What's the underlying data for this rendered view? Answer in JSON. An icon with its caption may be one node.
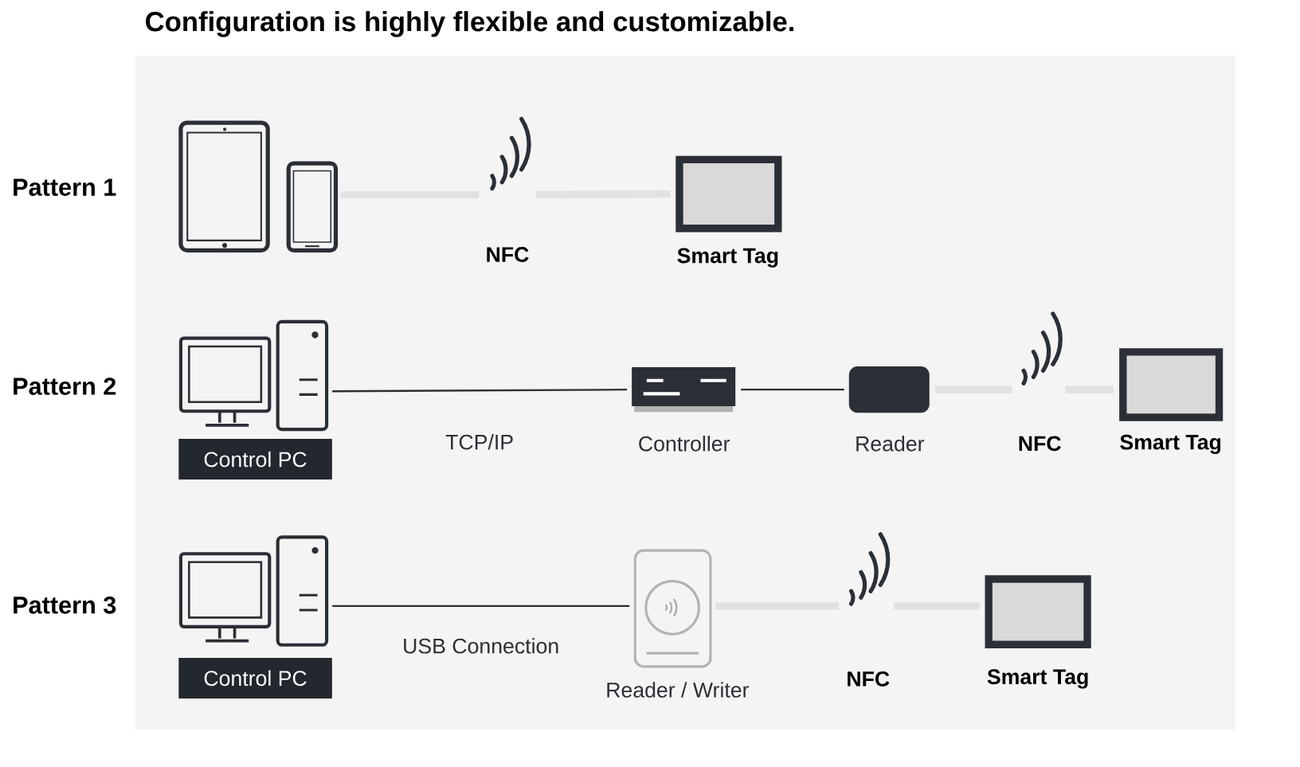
{
  "diagram": {
    "title": "Configuration is highly flexible and customizable.",
    "nodes": [
      {
        "text": [],
        "shape": "picture"
      },
      {
        "text": [
          "NFC"
        ]
      },
      {
        "text": [
          "Smart Tag"
        ]
      },
      {
        "text": [
          "Control PC"
        ]
      },
      {
        "text": [
          "Controller"
        ]
      },
      {
        "text": [
          "Reader"
        ]
      },
      {
        "text": [
          "NFC"
        ]
      },
      {
        "text": [
          "Smart Tag"
        ]
      },
      {
        "text": [
          "Control PC"
        ]
      },
      {
        "text": [
          "Reader / Writer"
        ]
      },
      {
        "text": [
          "NFC"
        ]
      },
      {
        "text": [
          "Smart Tag"
        ]
      }
    ],
    "edges": [
      {
        "from": 0,
        "to": 1,
        "arrow": "none",
        "color": "#e2e2e2"
      },
      {
        "from": 1,
        "to": 2,
        "arrow": "none",
        "color": "#e2e2e2"
      },
      {
        "from": 3,
        "to": 4,
        "arrow": "none",
        "label": "TCP/IP",
        "color": "#2b2f36"
      },
      {
        "from": 4,
        "to": 5,
        "arrow": "none",
        "color": "#2b2f36"
      },
      {
        "from": 5,
        "to": 6,
        "arrow": "none",
        "color": "#e2e2e2"
      },
      {
        "from": 6,
        "to": 7,
        "arrow": "none",
        "color": "#e2e2e2"
      },
      {
        "from": 8,
        "to": 9,
        "arrow": "none",
        "label": "USB Connection",
        "color": "#2b2f36"
      },
      {
        "from": 9,
        "to": 10,
        "arrow": "none",
        "color": "#e2e2e2"
      },
      {
        "from": 10,
        "to": 11,
        "arrow": "none",
        "color": "#e2e2e2"
      }
    ],
    "labels": [
      "Pattern 1",
      "Pattern 2",
      "Pattern 3"
    ]
  }
}
